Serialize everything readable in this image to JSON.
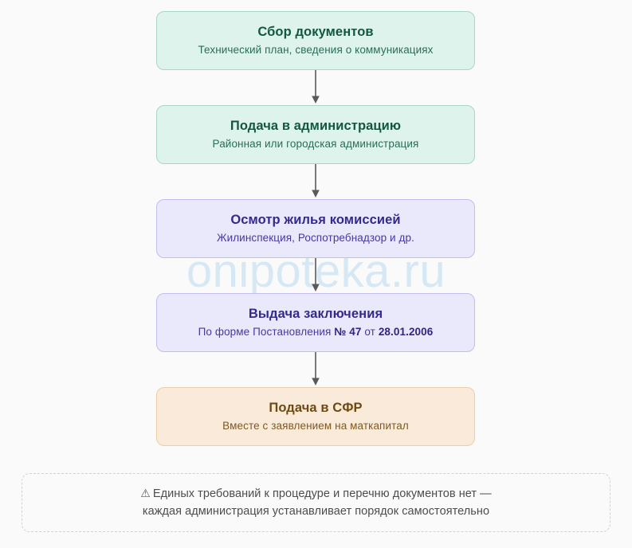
{
  "watermark": {
    "text": "onipoteka.ru",
    "color": "#d7e8f5"
  },
  "flow": {
    "nodes": [
      {
        "title": "Сбор документов",
        "subtitle": "Технический план, сведения о коммуникациях",
        "theme": "green",
        "fill": "#dff3ed",
        "border": "#a8d6c8",
        "title_color": "#14573f"
      },
      {
        "title": "Подача в администрацию",
        "subtitle": "Районная или городская администрация",
        "theme": "green",
        "fill": "#dff3ed",
        "border": "#a8d6c8",
        "title_color": "#14573f"
      },
      {
        "title": "Осмотр жилья комиссией",
        "subtitle": "Жилинспекция, Роспотребнадзор и др.",
        "theme": "purple",
        "fill": "#eae8fb",
        "border": "#c3bdf0",
        "title_color": "#342a8a"
      },
      {
        "title": "Выдача заключения",
        "subtitle_parts": {
          "lead": "По форме Постановления ",
          "highlight_1": "№ 47",
          "middle": " от ",
          "highlight_2": "28.01.2006"
        },
        "subtitle": "По форме Постановления № 47 от 28.01.2006",
        "theme": "purple",
        "fill": "#eae8fb",
        "border": "#c3bdf0",
        "title_color": "#342a8a"
      },
      {
        "title": "Подача в СФР",
        "subtitle": "Вместе с заявлением на маткапитал",
        "theme": "orange",
        "fill": "#faead9",
        "border": "#e8cfab",
        "title_color": "#6d4a12"
      }
    ],
    "arrow_color": "#5a5a5a"
  },
  "note": {
    "warning_glyph": "⚠",
    "line1": "Единых требований к процедуре и перечню документов нет —",
    "line2": "каждая администрация устанавливает порядок самостоятельно",
    "text_color": "#4d4d4d",
    "border_color": "#d2d2d2"
  }
}
